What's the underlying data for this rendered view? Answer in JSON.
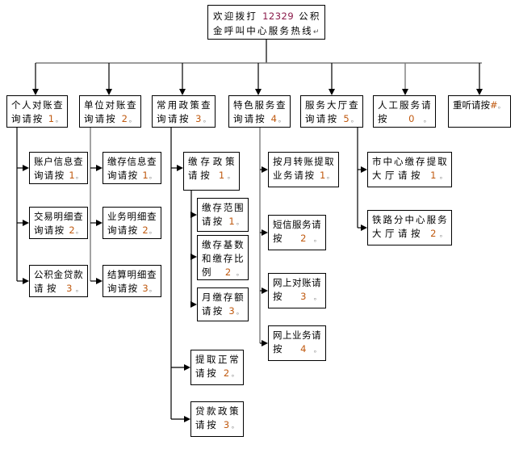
{
  "diagram": {
    "title_node": {
      "id": "root",
      "text_prefix": "欢迎拨打 ",
      "number": "12329",
      "text_suffix": " 公积金呼叫中心服务热线",
      "pilcrow": "↵"
    },
    "level1": [
      {
        "id": "n1",
        "label": "个人对账查询请按 ",
        "digit": "1",
        "tail": "。"
      },
      {
        "id": "n2",
        "label": "单位对账查询请按 ",
        "digit": "2",
        "tail": "。"
      },
      {
        "id": "n3",
        "label": "常用政策查询请按 ",
        "digit": "3",
        "tail": "。"
      },
      {
        "id": "n4",
        "label": "特色服务查询请按 ",
        "digit": "4",
        "tail": "。"
      },
      {
        "id": "n5",
        "label": "服务大厅查询请按 ",
        "digit": "5",
        "tail": "。"
      },
      {
        "id": "n6",
        "label": "人工服务请按 ",
        "digit": "0",
        "tail": "。"
      },
      {
        "id": "n7",
        "label": "重听请按",
        "digit": "#",
        "tail": "。"
      }
    ],
    "col1_children": [
      {
        "id": "c1a",
        "label": "账户信息查询请按 ",
        "digit": "1",
        "tail": "。"
      },
      {
        "id": "c1b",
        "label": "交易明细查询请按 ",
        "digit": "2",
        "tail": "。"
      },
      {
        "id": "c1c",
        "label": "公积金贷款请按 ",
        "digit": "3",
        "tail": "。"
      }
    ],
    "col2_children": [
      {
        "id": "c2a",
        "label": "缴存信息查询请按 ",
        "digit": "1",
        "tail": "。"
      },
      {
        "id": "c2b",
        "label": "业务明细查询请按 ",
        "digit": "2",
        "tail": "。"
      },
      {
        "id": "c2c",
        "label": "结算明细查询请按 ",
        "digit": "3",
        "tail": "。"
      }
    ],
    "col3_children": [
      {
        "id": "c3a",
        "label": "缴存政策请按 ",
        "digit": "1",
        "tail": "。"
      },
      {
        "id": "c3b",
        "label": "提取正常请按 ",
        "digit": "2",
        "tail": "。"
      },
      {
        "id": "c3c",
        "label": "贷款政策请按 ",
        "digit": "3",
        "tail": "。"
      }
    ],
    "col3_grandchildren": [
      {
        "id": "g3a",
        "label": "缴存范围请按 ",
        "digit": "1",
        "tail": "。"
      },
      {
        "id": "g3b",
        "label": "缴存基数和缴存比例 ",
        "digit": "2",
        "tail": "。"
      },
      {
        "id": "g3c",
        "label": "月缴存额请按 ",
        "digit": "3",
        "tail": "。"
      }
    ],
    "col4_children": [
      {
        "id": "c4a",
        "label": "按月转账提取业务请按 ",
        "digit": "1",
        "tail": "。"
      },
      {
        "id": "c4b",
        "label": "短信服务请按 ",
        "digit": "2",
        "tail": "。"
      },
      {
        "id": "c4c",
        "label": "网上对账请按 ",
        "digit": "3",
        "tail": "。"
      },
      {
        "id": "c4d",
        "label": "网上业务请按 ",
        "digit": "4",
        "tail": "。"
      }
    ],
    "col5_children": [
      {
        "id": "c5a",
        "label": "市中心缴存提取大厅请按 ",
        "digit": "1",
        "tail": "。"
      },
      {
        "id": "c5b",
        "label": "铁路分中心服务大厅请按 ",
        "digit": "2",
        "tail": "。"
      }
    ],
    "colors": {
      "box_border": "#000000",
      "background": "#ffffff",
      "digit": "#C05A10",
      "root_number": "#8a1a4a",
      "connector": "#000000",
      "connector_grey": "#7c7c7c"
    }
  }
}
